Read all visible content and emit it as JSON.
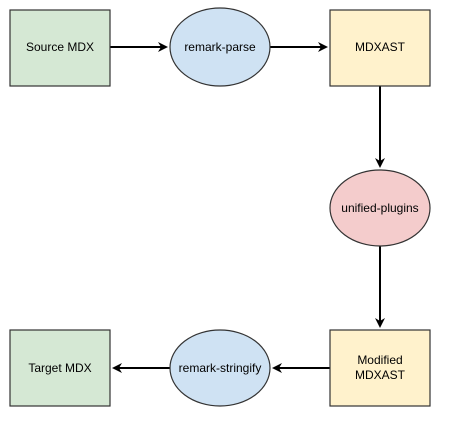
{
  "colors": {
    "source_fill": "#d5e8d4",
    "source_stroke": "#333333",
    "ast_fill": "#fff2cc",
    "parse_fill": "#cfe2f3",
    "plugins_fill": "#f4cccc",
    "arrow": "#000000"
  },
  "nodes": {
    "source_mdx": {
      "label": "Source MDX",
      "shape": "rectangle"
    },
    "remark_parse": {
      "label": "remark-parse",
      "shape": "ellipse"
    },
    "mdxast": {
      "label": "MDXAST",
      "shape": "rectangle"
    },
    "unified_plugins": {
      "label": "unified-plugins",
      "shape": "ellipse"
    },
    "modified_mdxast": {
      "label_line1": "Modified",
      "label_line2": "MDXAST",
      "shape": "rectangle"
    },
    "remark_stringify": {
      "label": "remark-stringify",
      "shape": "ellipse"
    },
    "target_mdx": {
      "label": "Target MDX",
      "shape": "rectangle"
    }
  },
  "edges": [
    {
      "from": "Source MDX",
      "to": "remark-parse"
    },
    {
      "from": "remark-parse",
      "to": "MDXAST"
    },
    {
      "from": "MDXAST",
      "to": "unified-plugins"
    },
    {
      "from": "unified-plugins",
      "to": "Modified MDXAST"
    },
    {
      "from": "Modified MDXAST",
      "to": "remark-stringify"
    },
    {
      "from": "remark-stringify",
      "to": "Target MDX"
    }
  ]
}
